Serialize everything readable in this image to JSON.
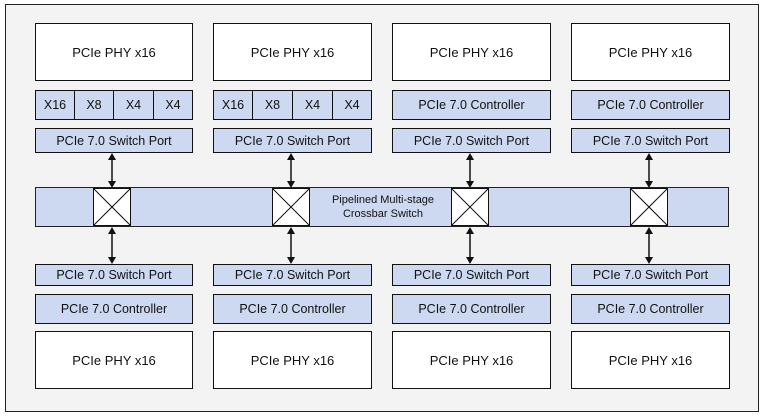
{
  "top_row": [
    {
      "phy": "PCIe PHY x16",
      "lanes": [
        "X16",
        "X8",
        "X4",
        "X4"
      ],
      "controller": null,
      "port": "PCIe 7.0 Switch Port"
    },
    {
      "phy": "PCIe PHY x16",
      "lanes": [
        "X16",
        "X8",
        "X4",
        "X4"
      ],
      "controller": null,
      "port": "PCIe 7.0 Switch Port"
    },
    {
      "phy": "PCIe PHY x16",
      "lanes": null,
      "controller": "PCIe 7.0 Controller",
      "port": "PCIe 7.0 Switch Port"
    },
    {
      "phy": "PCIe PHY x16",
      "lanes": null,
      "controller": "PCIe 7.0 Controller",
      "port": "PCIe 7.0 Switch Port"
    }
  ],
  "crossbar": {
    "label_line1": "Pipelined Multi-stage",
    "label_line2": "Crossbar Switch"
  },
  "bottom_row": [
    {
      "port": "PCIe 7.0 Switch Port",
      "controller": "PCIe 7.0 Controller",
      "phy": "PCIe PHY x16"
    },
    {
      "port": "PCIe 7.0 Switch Port",
      "controller": "PCIe 7.0 Controller",
      "phy": "PCIe PHY x16"
    },
    {
      "port": "PCIe 7.0 Switch Port",
      "controller": "PCIe 7.0 Controller",
      "phy": "PCIe PHY x16"
    },
    {
      "port": "PCIe 7.0 Switch Port",
      "controller": "PCIe 7.0 Controller",
      "phy": "PCIe PHY x16"
    }
  ],
  "colors": {
    "block_fill": "#ccd9f1",
    "phy_fill": "#ffffff",
    "border": "#111111"
  }
}
